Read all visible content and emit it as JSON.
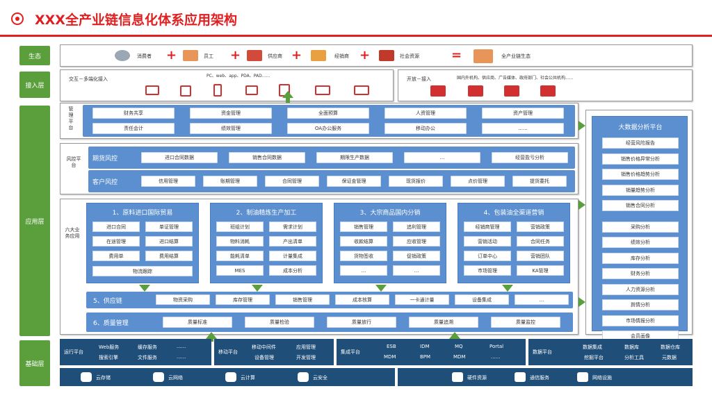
{
  "title": "XXX全产业链信息化体系应用架构",
  "layers": {
    "ecology": "生态",
    "access": "接入层",
    "application": "应用层",
    "foundation": "基础层"
  },
  "ecology": {
    "consumer": "消费者",
    "employee": "员工",
    "supplier": "供应商",
    "distributor": "经销商",
    "social": "社会资源",
    "result": "全产业链生态"
  },
  "access": {
    "left_title": "交互－多端化接入",
    "devices_label": "PC、web、app、PDA、PAD......",
    "right_title": "开放－接入",
    "right_label": "国内外机构、供应商、广告媒体、政府部门、社会公共机构......"
  },
  "management": {
    "label": "管理平台",
    "row1": [
      "财务共享",
      "资金管理",
      "全面预算",
      "人资管理",
      "资产管理"
    ],
    "row2": [
      "责任会计",
      "绩效管理",
      "OA办公服务",
      "移动办公",
      "......"
    ]
  },
  "risk": {
    "label": "风控平台",
    "futures_title": "期货风控",
    "futures": [
      "进口合同数据",
      "销售合同数据",
      "期限生产数据",
      "...",
      "经营盈亏分析"
    ],
    "customer_title": "客户风控",
    "customer": [
      "信用管理",
      "账期管理",
      "合同管理",
      "保证金管理",
      "现货报价",
      "点价管理",
      "提货委托"
    ]
  },
  "six": {
    "label": "六大业务应用",
    "col1": {
      "title": "1、原料进口国际贸易",
      "items": [
        "进口合同",
        "单证管理",
        "在途管理",
        "进口结算",
        "费用单",
        "费用结算"
      ],
      "wide": "物流跟踪"
    },
    "col2": {
      "title": "2、制油精炼生产加工",
      "items": [
        "班组计划",
        "需求计划",
        "物料消耗",
        "产出清单",
        "能耗清单",
        "计量集成",
        "MES",
        "成本分析"
      ]
    },
    "col3": {
      "title": "3、大宗商品国内分销",
      "items": [
        "销售管理",
        "追利管理",
        "收款结算",
        "应收管理",
        "货物签收",
        "促销政策",
        "...",
        "..."
      ]
    },
    "col4": {
      "title": "4、包装油全渠道营销",
      "items": [
        "经销商管理",
        "营销政策",
        "营销活动",
        "合同任务",
        "订单中心",
        "营销团队",
        "市场管理",
        "KA管理"
      ]
    },
    "supply": {
      "title": "5、供应链",
      "items": [
        "物资采购",
        "库存管理",
        "销售管理",
        "成本核算",
        "一卡通计量",
        "设备集成",
        "..."
      ]
    },
    "quality": {
      "title": "6、质量管理",
      "items": [
        "质量标准",
        "质量检验",
        "质量放行",
        "质量追溯",
        "质量监控"
      ]
    }
  },
  "bigdata": {
    "title": "大数据分析平台",
    "items": [
      "经营风险报告",
      "销售价格异常分析",
      "销售价格趋势分析",
      "销量趋势分析",
      "销售合同分析",
      "采购分析",
      "绩效分析",
      "库存分析",
      "财务分析",
      "人力资源分析",
      "舆情分析",
      "市场情报分析",
      "会员画像"
    ]
  },
  "foundation": {
    "b1": {
      "name": "运行平台",
      "items": [
        "Web服务",
        "缓存服务",
        "......",
        "搜索引擎",
        "文件服务",
        "......"
      ]
    },
    "b2": {
      "name": "移动平台",
      "items": [
        "移动中间件",
        "应用管理",
        "设备管理",
        "开发管理"
      ]
    },
    "b3": {
      "name": "集成平台",
      "items": [
        "ESB",
        "IDM",
        "MQ",
        "Portal",
        "MDM",
        "BPM",
        "MDM",
        "......"
      ]
    },
    "b4": {
      "name": "数据平台",
      "items": [
        "数据集成",
        "数据库",
        "数据仓库",
        "挖掘平台",
        "分析工具",
        "元数据"
      ]
    },
    "cloud": [
      "云存储",
      "云网络",
      "云计算",
      "云安全"
    ],
    "hw": [
      "硬件资源",
      "通信服务",
      "网络设施"
    ]
  }
}
